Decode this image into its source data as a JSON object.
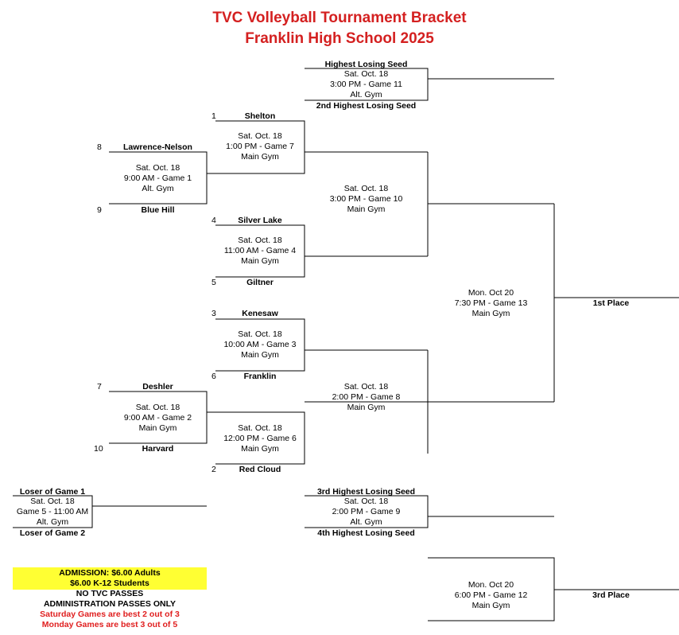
{
  "header": {
    "title": "TVC Volleyball Tournament Bracket",
    "subtitle": "Franklin High School 2025"
  },
  "colors": {
    "title": "#d42020",
    "highlight": "#ffff33",
    "note": "#e02020"
  },
  "teams": {
    "t1": {
      "seed": "1",
      "name": "Shelton"
    },
    "t8": {
      "seed": "8",
      "name": "Lawrence-Nelson"
    },
    "t9": {
      "seed": "9",
      "name": "Blue Hill"
    },
    "t4": {
      "seed": "4",
      "name": "Silver Lake"
    },
    "t5": {
      "seed": "5",
      "name": "Giltner"
    },
    "t3": {
      "seed": "3",
      "name": "Kenesaw"
    },
    "t6": {
      "seed": "6",
      "name": "Franklin"
    },
    "t7": {
      "seed": "7",
      "name": "Deshler"
    },
    "t10": {
      "seed": "10",
      "name": "Harvard"
    },
    "t2": {
      "seed": "2",
      "name": "Red Cloud"
    }
  },
  "games": {
    "g1": {
      "date": "Sat. Oct. 18",
      "time": "9:00 AM - Game 1",
      "place": "Alt. Gym"
    },
    "g2": {
      "date": "Sat. Oct. 18",
      "time": "9:00 AM - Game 2",
      "place": "Main Gym"
    },
    "g3": {
      "date": "Sat. Oct. 18",
      "time": "10:00 AM - Game 3",
      "place": "Main Gym"
    },
    "g4": {
      "date": "Sat. Oct. 18",
      "time": "11:00 AM - Game 4",
      "place": "Main Gym"
    },
    "g5": {
      "date": "Sat. Oct. 18",
      "time": "Game 5 - 11:00 AM",
      "place": "Alt. Gym"
    },
    "g6": {
      "date": "Sat. Oct. 18",
      "time": "12:00 PM - Game 6",
      "place": "Main Gym"
    },
    "g7": {
      "date": "Sat. Oct. 18",
      "time": "1:00 PM - Game 7",
      "place": "Main Gym"
    },
    "g8": {
      "date": "Sat. Oct. 18",
      "time": "2:00 PM - Game 8",
      "place": "Main Gym"
    },
    "g9": {
      "date": "Sat. Oct. 18",
      "time": "2:00 PM - Game 9",
      "place": "Alt. Gym"
    },
    "g10": {
      "date": "Sat. Oct. 18",
      "time": "3:00 PM - Game 10",
      "place": "Main Gym"
    },
    "g11": {
      "date": "Sat. Oct. 18",
      "time": "3:00 PM - Game 11",
      "place": "Alt. Gym"
    },
    "g12": {
      "date": "Mon. Oct 20",
      "time": "6:00 PM - Game 12",
      "place": "Main Gym"
    },
    "g13": {
      "date": "Mon. Oct 20",
      "time": "7:30 PM - Game 13",
      "place": "Main Gym"
    }
  },
  "slots": {
    "highest_losing": "Highest Losing Seed",
    "second_highest_losing": "2nd Highest Losing Seed",
    "third_highest_losing": "3rd Highest Losing Seed",
    "fourth_highest_losing": "4th Highest Losing Seed",
    "loser_g1": "Loser of Game 1",
    "loser_g2": "Loser of Game 2",
    "first_place": "1st Place",
    "third_place": "3rd Place"
  },
  "info": {
    "admission_adults": "ADMISSION:  $6.00 Adults",
    "admission_students": "$6.00 K-12 Students",
    "no_passes": "NO TVC PASSES",
    "admin_passes": "ADMINISTRATION PASSES ONLY",
    "saturday_note": "Saturday Games are best 2 out of 3",
    "monday_note": "Monday Games are best 3 out of 5"
  }
}
